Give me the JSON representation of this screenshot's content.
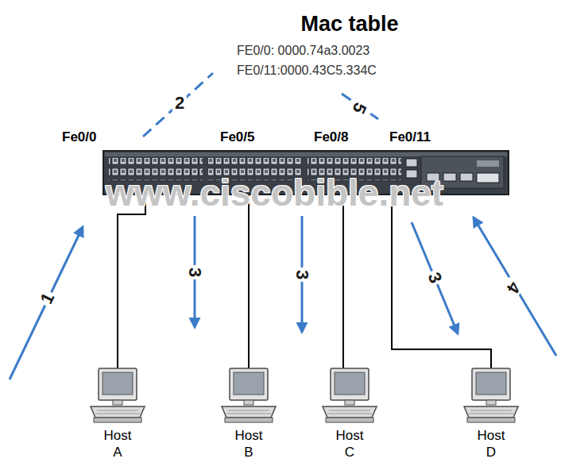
{
  "diagram": {
    "nodes": [
      {
        "text": [
          "Fe0/0",
          "Fe0/5",
          "Fe0/8",
          "Fe0/11"
        ]
      },
      {
        "text": [
          "Host A"
        ]
      },
      {
        "text": [
          "Host B"
        ]
      },
      {
        "text": [
          "Host C"
        ]
      },
      {
        "text": [
          "Host D"
        ]
      }
    ],
    "edges": [
      {
        "from": 0,
        "to": 1,
        "arrow": "none"
      },
      {
        "from": 0,
        "to": 2,
        "arrow": "none"
      },
      {
        "from": 0,
        "to": 3,
        "arrow": "none"
      },
      {
        "from": 0,
        "to": 4,
        "arrow": "none"
      }
    ],
    "labels": [
      "Mac table",
      "FE0/0: 0000.74a3.0023",
      "FE0/11:0000.43C5.334C",
      "www.ciscobible.net",
      "1",
      "2",
      "3",
      "3",
      "3",
      "4",
      "5"
    ]
  }
}
